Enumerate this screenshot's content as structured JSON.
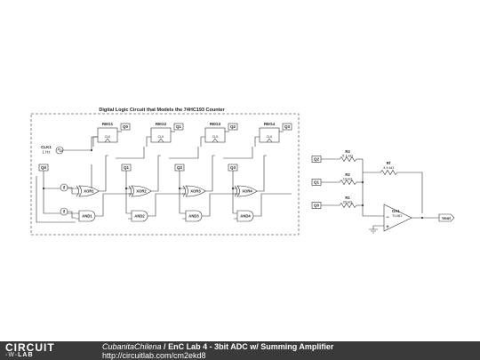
{
  "diagram": {
    "box_title": "Digital Logic Circuit that Models the 74HC193 Counter",
    "clock": {
      "name": "CLK1",
      "freq": "1 Hz"
    },
    "registers": [
      {
        "name": "REG1",
        "out": "Q0",
        "pin": "CLK"
      },
      {
        "name": "REG2",
        "out": "Q1",
        "pin": "CLK"
      },
      {
        "name": "REG3",
        "out": "Q2",
        "pin": "CLK"
      },
      {
        "name": "REG4",
        "out": "Q3",
        "pin": "CLK"
      }
    ],
    "xor_gates": [
      "XOR1",
      "XOR2",
      "XOR3",
      "XOR4"
    ],
    "and_gates": [
      "AND1",
      "AND2",
      "AND3",
      "AND4"
    ],
    "gate_inputs": [
      "Q0",
      "Q1",
      "Q2",
      "Q3"
    ],
    "constant_symbol": "f",
    "resistors": [
      {
        "name": "R3",
        "value": "5.1 kΩ",
        "input": "Q2"
      },
      {
        "name": "R2",
        "value": "10 kΩ",
        "input": "Q1"
      },
      {
        "name": "R1",
        "value": "20 kΩ",
        "input": "Q0"
      },
      {
        "name": "Rf",
        "value": "3.9 kΩ"
      }
    ],
    "opamp": {
      "name": "OA1",
      "part": "TL081"
    },
    "output_label": "Vout"
  },
  "footer": {
    "logo_top": "CIRCUIT",
    "logo_wave": "-W-",
    "logo_bottom": "LAB",
    "author": "CubanitaChilena",
    "separator": " / ",
    "title": "EnC Lab 4 - 3bit ADC w/ Summing Amplifier",
    "url": "http://circuitlab.com/cm2ekd8"
  },
  "colors": {
    "footer_bg": "#3a3a3a",
    "wire": "#333333",
    "box_border": "#666666"
  }
}
